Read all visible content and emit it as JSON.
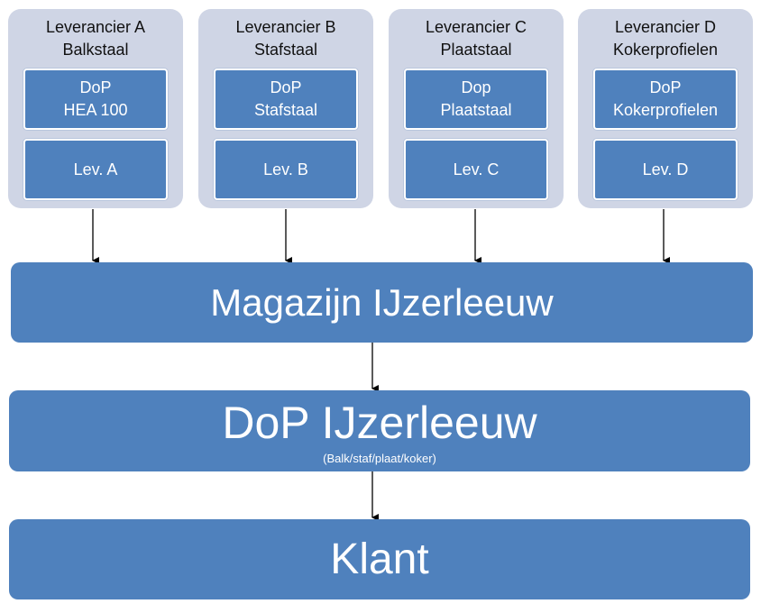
{
  "suppliers": [
    {
      "name": "Leverancier A",
      "product": "Balkstaal",
      "dop_line1": "DoP",
      "dop_line2": "HEA 100",
      "lev": "Lev. A"
    },
    {
      "name": "Leverancier B",
      "product": "Stafstaal",
      "dop_line1": "DoP",
      "dop_line2": "Stafstaal",
      "lev": "Lev. B"
    },
    {
      "name": "Leverancier C",
      "product": "Plaatstaal",
      "dop_line1": "Dop",
      "dop_line2": "Plaatstaal",
      "lev": "Lev. C"
    },
    {
      "name": "Leverancier D",
      "product": "Kokerprofielen",
      "dop_line1": "DoP",
      "dop_line2": "Kokerprofielen",
      "lev": "Lev. D"
    }
  ],
  "magazijn": {
    "label": "Magazijn IJzerleeuw"
  },
  "dop": {
    "label": "DoP IJzerleeuw",
    "sublabel": "(Balk/staf/plaat/koker)"
  },
  "klant": {
    "label": "Klant"
  },
  "colors": {
    "box_fill": "#4f81bd",
    "group_fill": "#cfd5e5",
    "text_light": "#ffffff",
    "text_dark": "#111111"
  }
}
